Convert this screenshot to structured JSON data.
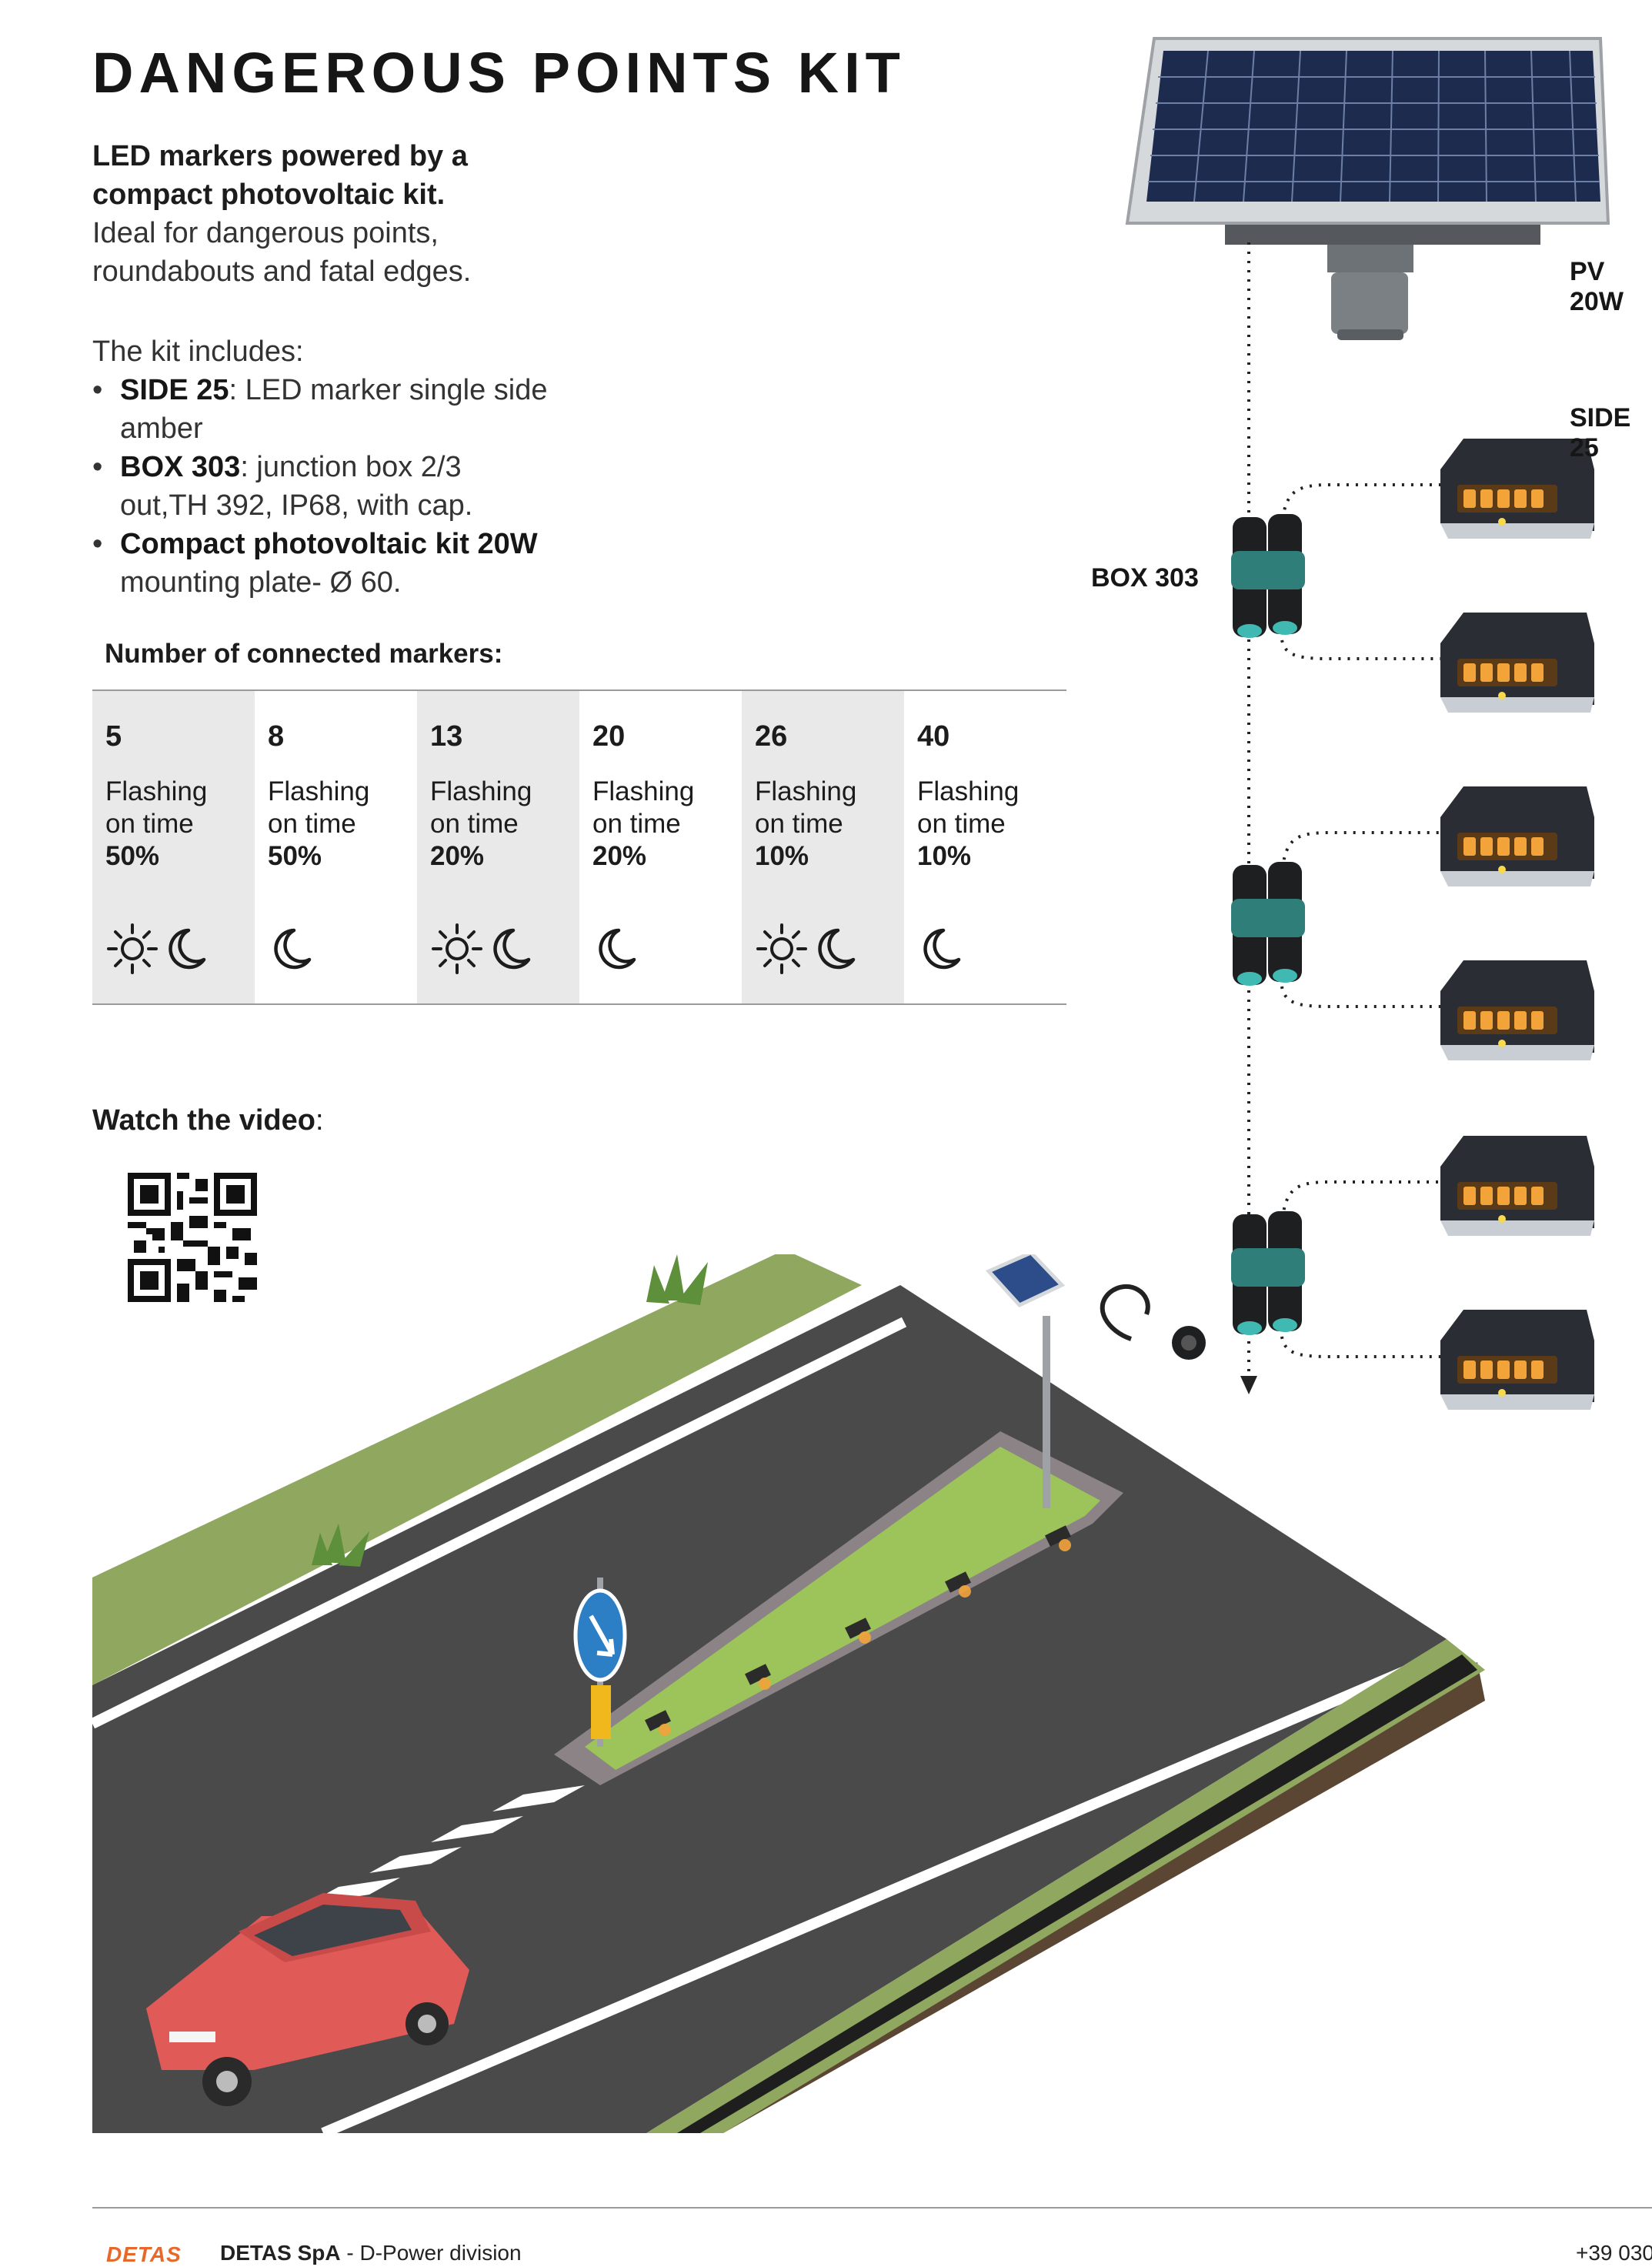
{
  "title": "DANGEROUS POINTS KIT",
  "intro": {
    "bold_line1": "LED markers powered by a",
    "bold_line2": "compact photovoltaic kit.",
    "line3": "Ideal for dangerous points,",
    "line4": "roundabouts and fatal edges."
  },
  "includes": {
    "heading": "The kit includes:",
    "items": [
      {
        "name": "SIDE 25",
        "desc": ": LED marker single side amber"
      },
      {
        "name": "BOX 303",
        "desc": ": junction box 2/3",
        "desc2": "out,TH 392, IP68, with cap."
      },
      {
        "name": "Compact photovoltaic kit 20W",
        "desc2": "mounting plate- Ø 60."
      }
    ]
  },
  "markers_table": {
    "title": "Number of connected markers:",
    "line1": "Flashing",
    "line2": "on time",
    "columns": [
      {
        "count": "5",
        "percent": "50%",
        "day": true
      },
      {
        "count": "8",
        "percent": "50%",
        "day": false
      },
      {
        "count": "13",
        "percent": "20%",
        "day": true
      },
      {
        "count": "20",
        "percent": "20%",
        "day": false
      },
      {
        "count": "26",
        "percent": "10%",
        "day": true
      },
      {
        "count": "40",
        "percent": "10%",
        "day": false
      }
    ],
    "icons": {
      "day": "sun-icon",
      "night": "moon-icon"
    }
  },
  "video": {
    "label_bold": "Watch the video",
    "label_rest": ":"
  },
  "diagram": {
    "pv_label": "PV 20W",
    "side_label": "SIDE 25",
    "box_label": "BOX 303"
  },
  "footer": {
    "brand": "DETAS",
    "company_bold": "DETAS SpA",
    "company_rest": " - D-Power division",
    "phone": "+39 030"
  },
  "colors": {
    "road": "#4a4a4a",
    "grass": "#8fa75f",
    "island_grass": "#9cc45a",
    "marker_amber": "#f2a33a",
    "car": "#e05a57",
    "accent_orange": "#e8682a",
    "sign_blue": "#2c7fc4"
  }
}
